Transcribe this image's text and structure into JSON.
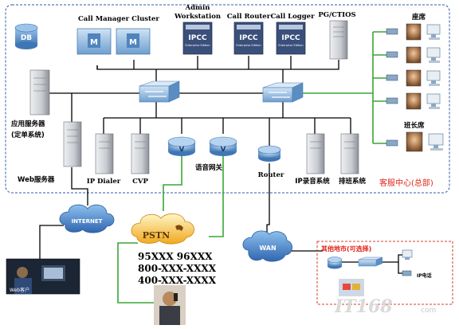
{
  "labels": {
    "db": "DB",
    "call_manager_cluster": "Call Manager Cluster",
    "admin_workstation_1": "Admin",
    "admin_workstation_2": "Workstation",
    "call_router": "Call Router",
    "call_logger": "Call Logger",
    "pg_ctios": "PG/CTIOS",
    "seats": "座席",
    "team_leader": "班长席",
    "app_server_1": "应用服务器",
    "app_server_2": "(定单系统)",
    "web_server": "Web服务器",
    "ip_dialer": "IP Dialer",
    "cvp": "CVP",
    "voice_gateway": "语音网关",
    "router": "Router",
    "ip_recording": "IP录音系统",
    "scheduling": "排班系统",
    "call_center": "客服中心(总部)",
    "internet": "INTERNET",
    "web_customer": "Web客户",
    "pstn": "PSTN",
    "phone1": "95XXX   96XXX",
    "phone2": "800-XXX-XXXX",
    "phone3": "400-XXX-XXXX",
    "wan": "WAN",
    "branch": "其他地市(可选择)",
    "ip_phone": "IP电话",
    "ipcc_1": "IPCC",
    "ipcc_2": "Enterprise Edition",
    "cm_badge": "M",
    "router_badge": "V",
    "watermark": "IT168",
    "watermark_sub": "com"
  },
  "colors": {
    "line_black": "#000000",
    "line_green": "#3aa635",
    "dash_blue": "#2f5aa8",
    "dash_red": "#d0402a",
    "label_red": "#e0261a",
    "device_blue": "#5b8fc7",
    "server_grey": "#c9ccd1"
  }
}
